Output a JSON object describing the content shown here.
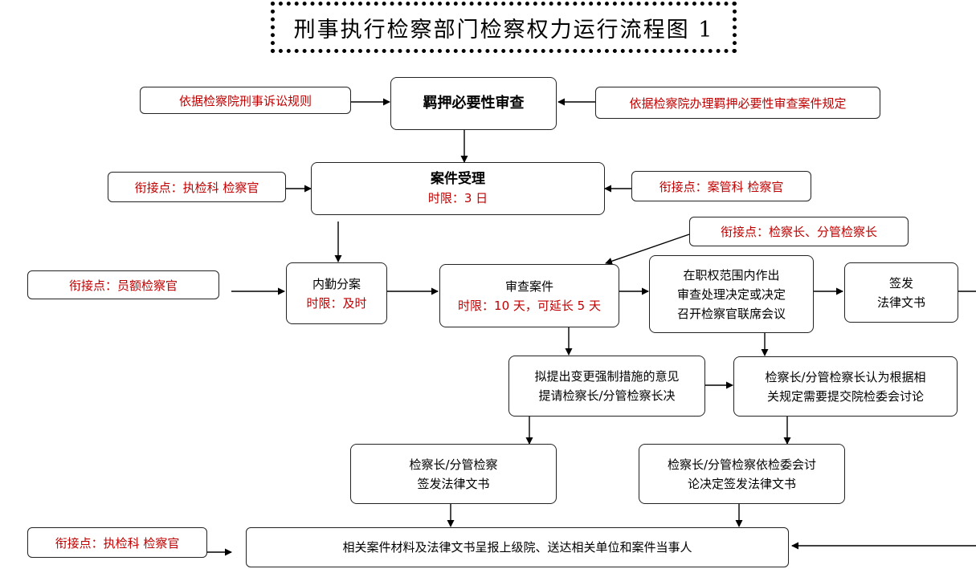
{
  "title": "刑事执行检察部门检察权力运行流程图 1",
  "nodes": {
    "detention_review": "羁押必要性审查",
    "case_accept": "案件受理",
    "case_accept_limit": "时限：3 日",
    "internal_assign": "内勤分案",
    "internal_assign_limit": "时限：及时",
    "review_case": "审查案件",
    "review_case_limit": "时限：10 天，可延长 5 天",
    "decision_l1": "在职权范围内作出",
    "decision_l2": "审查处理决定或决定",
    "decision_l3": "召开检察官联席会议",
    "sign_issue_l1": "签发",
    "sign_issue_l2": "法律文书",
    "propose_change_l1": "拟提出变更强制措施的意见",
    "propose_change_l2": "提请检察长/分管检察长决",
    "chief_thinks_l1": "检察长/分管检察长认为根据相",
    "chief_thinks_l2": "关规定需要提交院检委会讨论",
    "chief_sign_l1": "检察长/分管检察",
    "chief_sign_l2": "签发法律文书",
    "committee_sign_l1": "检察长/分管检察依检委会讨",
    "committee_sign_l2": "论决定签发法律文书",
    "final_report": "相关案件材料及法律文书呈报上级院、送达相关单位和案件当事人"
  },
  "notes": {
    "basis_rules": "依据检察院刑事诉讼规则",
    "basis_regulation": "依据检察院办理羁押必要性审查案件规定",
    "link_exec_left": "衔接点：执检科 检察官",
    "link_case_mgmt": "衔接点：案管科 检察官",
    "link_chief": "衔接点：检察长、分管检察长",
    "link_staff": "衔接点：员额检察官",
    "link_exec_bottom": "衔接点：执检科 检察官"
  },
  "colors": {
    "note_text": "#c00000",
    "line": "#000000"
  }
}
